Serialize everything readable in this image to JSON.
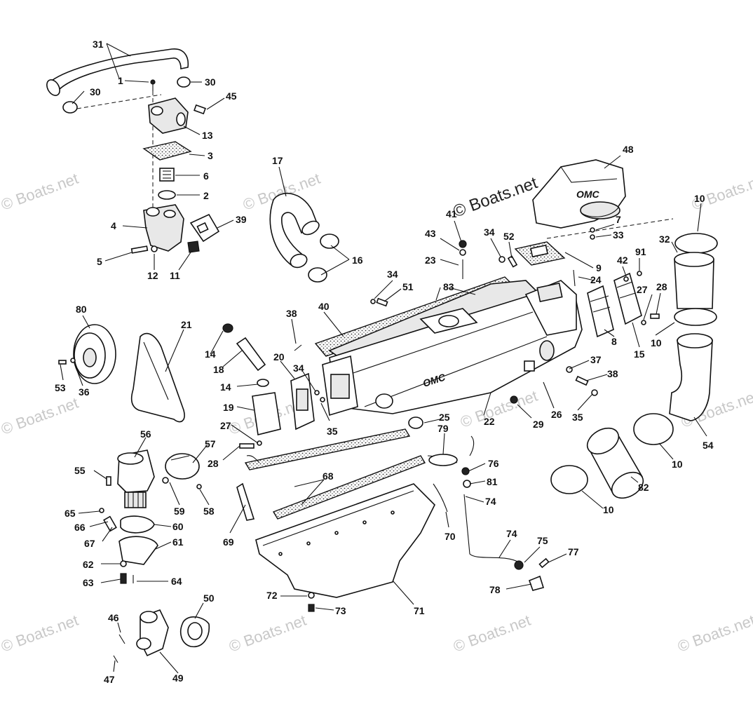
{
  "watermarks": {
    "center": "© Boats.net",
    "repeat": "© Boats.net"
  },
  "castings": {
    "manifold_logo": "OMC",
    "elbow_logo": "OMC"
  },
  "callouts": [
    {
      "id": "c31",
      "text": "31"
    },
    {
      "id": "c1",
      "text": "1"
    },
    {
      "id": "c30a",
      "text": "30"
    },
    {
      "id": "c30b",
      "text": "30"
    },
    {
      "id": "c45",
      "text": "45"
    },
    {
      "id": "c13",
      "text": "13"
    },
    {
      "id": "c3",
      "text": "3"
    },
    {
      "id": "c6",
      "text": "6"
    },
    {
      "id": "c2",
      "text": "2"
    },
    {
      "id": "c4",
      "text": "4"
    },
    {
      "id": "c39",
      "text": "39"
    },
    {
      "id": "c5",
      "text": "5"
    },
    {
      "id": "c12",
      "text": "12"
    },
    {
      "id": "c11",
      "text": "11"
    },
    {
      "id": "c17",
      "text": "17"
    },
    {
      "id": "c16",
      "text": "16"
    },
    {
      "id": "c48",
      "text": "48"
    },
    {
      "id": "c10a",
      "text": "10"
    },
    {
      "id": "c7",
      "text": "7"
    },
    {
      "id": "c33",
      "text": "33"
    },
    {
      "id": "c32",
      "text": "32"
    },
    {
      "id": "c41",
      "text": "41"
    },
    {
      "id": "c43",
      "text": "43"
    },
    {
      "id": "c34a",
      "text": "34"
    },
    {
      "id": "c52",
      "text": "52"
    },
    {
      "id": "c23",
      "text": "23"
    },
    {
      "id": "c9",
      "text": "9"
    },
    {
      "id": "c91",
      "text": "91"
    },
    {
      "id": "c42",
      "text": "42"
    },
    {
      "id": "c34b",
      "text": "34"
    },
    {
      "id": "c51",
      "text": "51"
    },
    {
      "id": "c83",
      "text": "83"
    },
    {
      "id": "c24",
      "text": "24"
    },
    {
      "id": "c27a",
      "text": "27"
    },
    {
      "id": "c28a",
      "text": "28"
    },
    {
      "id": "c80",
      "text": "80"
    },
    {
      "id": "c21",
      "text": "21"
    },
    {
      "id": "c38a",
      "text": "38"
    },
    {
      "id": "c40",
      "text": "40"
    },
    {
      "id": "c10b",
      "text": "10"
    },
    {
      "id": "c8",
      "text": "8"
    },
    {
      "id": "c15",
      "text": "15"
    },
    {
      "id": "c14a",
      "text": "14"
    },
    {
      "id": "c18",
      "text": "18"
    },
    {
      "id": "c20",
      "text": "20"
    },
    {
      "id": "c53",
      "text": "53"
    },
    {
      "id": "c36",
      "text": "36"
    },
    {
      "id": "c34c",
      "text": "34"
    },
    {
      "id": "c37",
      "text": "37"
    },
    {
      "id": "c38b",
      "text": "38"
    },
    {
      "id": "c14b",
      "text": "14"
    },
    {
      "id": "c19",
      "text": "19"
    },
    {
      "id": "c26",
      "text": "26"
    },
    {
      "id": "c35a",
      "text": "35"
    },
    {
      "id": "c29",
      "text": "29"
    },
    {
      "id": "c22",
      "text": "22"
    },
    {
      "id": "c25",
      "text": "25"
    },
    {
      "id": "c27b",
      "text": "27"
    },
    {
      "id": "c35b",
      "text": "35"
    },
    {
      "id": "c54",
      "text": "54"
    },
    {
      "id": "c56",
      "text": "56"
    },
    {
      "id": "c57",
      "text": "57"
    },
    {
      "id": "c28b",
      "text": "28"
    },
    {
      "id": "c79",
      "text": "79"
    },
    {
      "id": "c10c",
      "text": "10"
    },
    {
      "id": "c76",
      "text": "76"
    },
    {
      "id": "c55",
      "text": "55"
    },
    {
      "id": "c68",
      "text": "68"
    },
    {
      "id": "c81",
      "text": "81"
    },
    {
      "id": "c82",
      "text": "82"
    },
    {
      "id": "c59",
      "text": "59"
    },
    {
      "id": "c58",
      "text": "58"
    },
    {
      "id": "c74a",
      "text": "74"
    },
    {
      "id": "c65",
      "text": "65"
    },
    {
      "id": "c66",
      "text": "66"
    },
    {
      "id": "c60",
      "text": "60"
    },
    {
      "id": "c10d",
      "text": "10"
    },
    {
      "id": "c67",
      "text": "67"
    },
    {
      "id": "c61",
      "text": "61"
    },
    {
      "id": "c69",
      "text": "69"
    },
    {
      "id": "c70",
      "text": "70"
    },
    {
      "id": "c74b",
      "text": "74"
    },
    {
      "id": "c75",
      "text": "75"
    },
    {
      "id": "c62",
      "text": "62"
    },
    {
      "id": "c77",
      "text": "77"
    },
    {
      "id": "c63",
      "text": "63"
    },
    {
      "id": "c64",
      "text": "64"
    },
    {
      "id": "c78",
      "text": "78"
    },
    {
      "id": "c72",
      "text": "72"
    },
    {
      "id": "c71",
      "text": "71"
    },
    {
      "id": "c73",
      "text": "73"
    },
    {
      "id": "c50",
      "text": "50"
    },
    {
      "id": "c46",
      "text": "46"
    },
    {
      "id": "c49",
      "text": "49"
    },
    {
      "id": "c47",
      "text": "47"
    }
  ]
}
